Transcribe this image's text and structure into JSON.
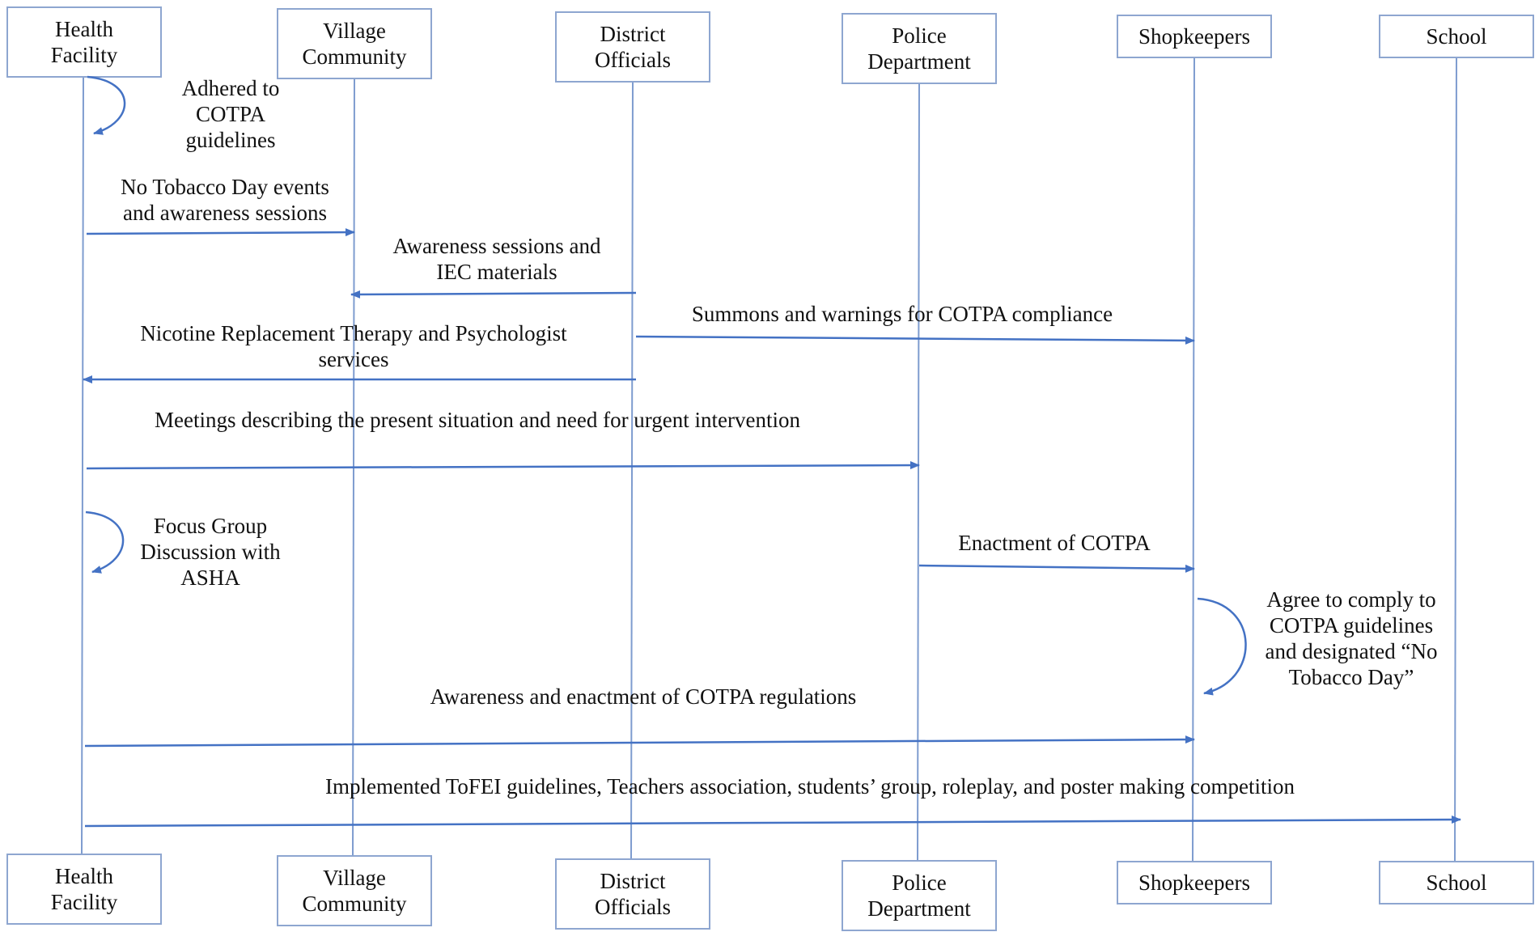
{
  "diagram": {
    "type": "sequence-diagram",
    "line_color": "#4472C4",
    "box_border_color": "#8EA6D0",
    "actors": [
      {
        "id": "health",
        "label": [
          "Health",
          "Facility"
        ]
      },
      {
        "id": "village",
        "label": [
          "Village",
          "Community"
        ]
      },
      {
        "id": "district",
        "label": [
          "District",
          "Officials"
        ]
      },
      {
        "id": "police",
        "label": [
          "Police",
          "Department"
        ]
      },
      {
        "id": "shop",
        "label": [
          "Shopkeepers"
        ]
      },
      {
        "id": "school",
        "label": [
          "School"
        ]
      }
    ],
    "messages": [
      {
        "from": "health",
        "to": "health",
        "self": true,
        "label": [
          "Adhered to",
          "COTPA",
          "guidelines"
        ]
      },
      {
        "from": "health",
        "to": "village",
        "label": [
          "No Tobacco Day events",
          "and awareness sessions"
        ]
      },
      {
        "from": "district",
        "to": "village",
        "label": [
          "Awareness sessions and",
          "IEC materials"
        ]
      },
      {
        "from": "district",
        "to": "shop",
        "label": [
          "Summons and warnings for COTPA compliance"
        ]
      },
      {
        "from": "district",
        "to": "health",
        "label": [
          "Nicotine Replacement Therapy and Psychologist",
          "services"
        ]
      },
      {
        "from": "health",
        "to": "police",
        "via": "district",
        "label": [
          "Meetings describing the present situation and need for urgent intervention"
        ]
      },
      {
        "from": "health",
        "to": "health",
        "self": true,
        "label": [
          "Focus Group",
          "Discussion with",
          "ASHA"
        ]
      },
      {
        "from": "police",
        "to": "shop",
        "label": [
          "Enactment of COTPA"
        ]
      },
      {
        "from": "shop",
        "to": "shop",
        "self": true,
        "label": [
          "Agree to comply to",
          "COTPA guidelines",
          "and designated “No",
          "Tobacco Day”"
        ]
      },
      {
        "from": "health",
        "to": "shop",
        "label": [
          "Awareness and enactment of COTPA regulations"
        ]
      },
      {
        "from": "health",
        "to": "school",
        "label": [
          "Implemented ToFEI guidelines, Teachers association, students’ group, roleplay, and poster making competition"
        ]
      }
    ]
  }
}
